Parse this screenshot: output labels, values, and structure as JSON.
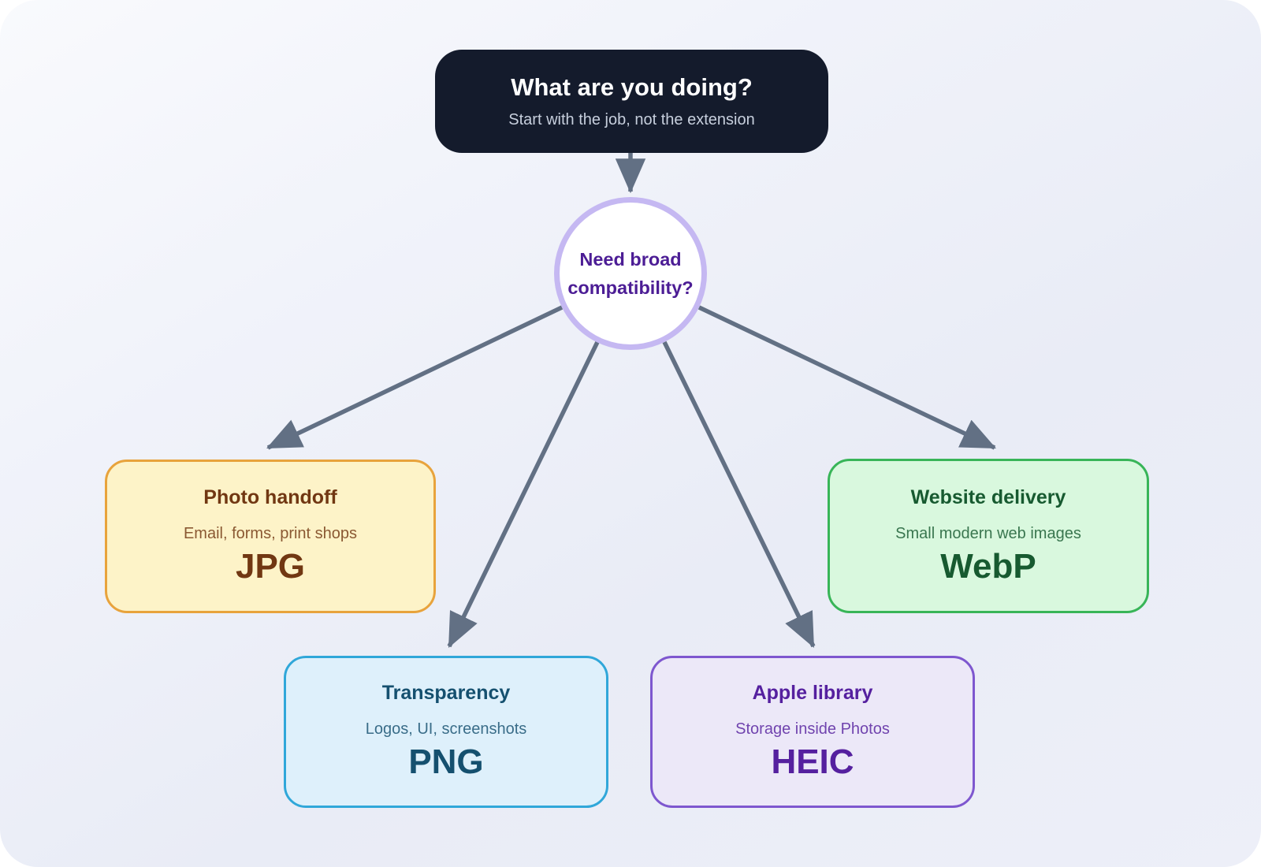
{
  "diagram": {
    "root": {
      "title": "What are you doing?",
      "subtitle": "Start with the job, not the extension"
    },
    "decision": {
      "label": "Need broad compatibility?"
    },
    "branches": [
      {
        "id": "jpg",
        "title": "Photo handoff",
        "subtitle": "Email, forms, print shops",
        "format": "JPG",
        "colors": {
          "background": "#fdf3c8",
          "border": "#e8a33c",
          "text": "#713712"
        }
      },
      {
        "id": "png",
        "title": "Transparency",
        "subtitle": "Logos, UI, screenshots",
        "format": "PNG",
        "colors": {
          "background": "#def0fb",
          "border": "#30a7d9",
          "text": "#15506f"
        }
      },
      {
        "id": "heic",
        "title": "Apple library",
        "subtitle": "Storage inside Photos",
        "format": "HEIC",
        "colors": {
          "background": "#ece8f8",
          "border": "#7e57cf",
          "text": "#55209f"
        }
      },
      {
        "id": "webp",
        "title": "Website delivery",
        "subtitle": "Small modern web images",
        "format": "WebP",
        "colors": {
          "background": "#d9f8de",
          "border": "#38b558",
          "text": "#175a30"
        }
      }
    ],
    "colors": {
      "canvas_background": "#edeff8",
      "root_background": "#141b2c",
      "root_text": "#ffffff",
      "root_subtitle_text": "#c7cfdd",
      "decision_border": "#c5b8f2",
      "decision_text": "#4c1d95",
      "arrow": "#627084"
    }
  }
}
